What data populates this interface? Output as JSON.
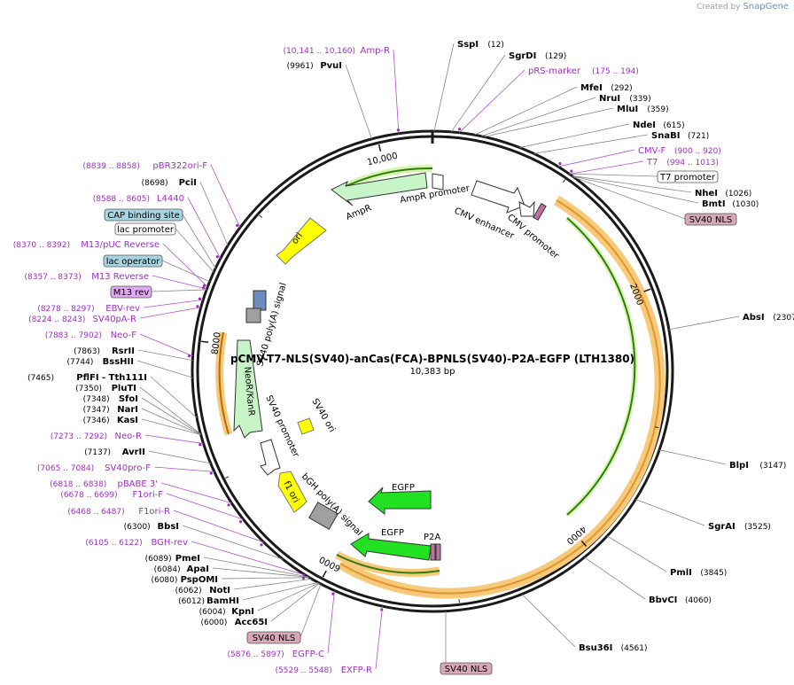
{
  "credit": {
    "prefix": "Created by",
    "brand": "SnapGene"
  },
  "plasmid": {
    "name": "pCMV-T7-NLS(SV40)-anCas(FCA)-BPNLS(SV40)-P2A-EGFP (LTH1380)",
    "length_label": "10,383 bp",
    "total_bp": 10383,
    "tick_labels": [
      "2000",
      "4000",
      "6000",
      "8000",
      "10,000"
    ]
  },
  "colors": {
    "site_label": "#000000",
    "primer_label": "#9b30c0",
    "ring": "#1a1a1a",
    "orange_feature": "#f5a623",
    "green_feature": "#2e8b2e",
    "ori_yellow": "#ffff00",
    "egfp_green": "#22e022",
    "promoter_white": "#ffffff",
    "ampr_lightgreen": "#c8f5c8",
    "polyA_gray": "#a0a0a0",
    "nls_pink": "#d4a0b0",
    "highlight_blue": "#a8d4e0",
    "highlight_purple": "#e0a8f0"
  },
  "sites": [
    {
      "name": "SspI",
      "pos": "(12)"
    },
    {
      "name": "SgrDI",
      "pos": "(129)"
    },
    {
      "name": "MfeI",
      "pos": "(292)"
    },
    {
      "name": "NruI",
      "pos": "(339)"
    },
    {
      "name": "MluI",
      "pos": "(359)"
    },
    {
      "name": "NdeI",
      "pos": "(615)"
    },
    {
      "name": "SnaBI",
      "pos": "(721)"
    },
    {
      "name": "NheI",
      "pos": "(1026)"
    },
    {
      "name": "BmtI",
      "pos": "(1030)"
    },
    {
      "name": "AbsI",
      "pos": "(2307)"
    },
    {
      "name": "BlpI",
      "pos": "(3147)"
    },
    {
      "name": "SgrAI",
      "pos": "(3525)"
    },
    {
      "name": "PmlI",
      "pos": "(3845)"
    },
    {
      "name": "BbvCI",
      "pos": "(4060)"
    },
    {
      "name": "Bsu36I",
      "pos": "(4561)"
    },
    {
      "name": "Acc65I",
      "pos": "(6000)"
    },
    {
      "name": "KpnI",
      "pos": "(6004)"
    },
    {
      "name": "BamHI",
      "pos": "(6012)"
    },
    {
      "name": "NotI",
      "pos": "(6062)"
    },
    {
      "name": "PspOMI",
      "pos": "(6080)"
    },
    {
      "name": "ApaI",
      "pos": "(6084)"
    },
    {
      "name": "PmeI",
      "pos": "(6089)"
    },
    {
      "name": "BbsI",
      "pos": "(6300)"
    },
    {
      "name": "AvrII",
      "pos": "(7137)"
    },
    {
      "name": "KasI",
      "pos": "(7346)"
    },
    {
      "name": "NarI",
      "pos": "(7347)"
    },
    {
      "name": "SfoI",
      "pos": "(7348)"
    },
    {
      "name": "PluTI",
      "pos": "(7350)"
    },
    {
      "name": "PflFI - Tth111I",
      "pos": "(7465)"
    },
    {
      "name": "BssHII",
      "pos": "(7744)"
    },
    {
      "name": "RsrII",
      "pos": "(7863)"
    },
    {
      "name": "PciI",
      "pos": "(8698)"
    },
    {
      "name": "PvuI",
      "pos": "(9961)"
    }
  ],
  "primers": [
    {
      "name": "Amp-R",
      "range": "(10,141 .. 10,160)"
    },
    {
      "name": "pRS-marker",
      "range": "(175 .. 194)"
    },
    {
      "name": "CMV-F",
      "range": "(900 .. 920)"
    },
    {
      "name": "T7",
      "range": "(994 .. 1013)"
    },
    {
      "name": "EXFP-R",
      "range": "(5529 .. 5548)"
    },
    {
      "name": "EGFP-C",
      "range": "(5876 .. 5897)"
    },
    {
      "name": "BGH-rev",
      "range": "(6105 .. 6122)"
    },
    {
      "name": "F1ori-R",
      "range": "(6468 .. 6487)"
    },
    {
      "name": "F1ori-F",
      "range": "(6678 .. 6699)"
    },
    {
      "name": "pBABE 3'",
      "range": "(6818 .. 6838)"
    },
    {
      "name": "SV40pro-F",
      "range": "(7065 .. 7084)"
    },
    {
      "name": "Neo-R",
      "range": "(7273 .. 7292)"
    },
    {
      "name": "Neo-F",
      "range": "(7883 .. 7902)"
    },
    {
      "name": "SV40pA-R",
      "range": "(8224 .. 8243)"
    },
    {
      "name": "EBV-rev",
      "range": "(8278 .. 8297)"
    },
    {
      "name": "M13 Reverse",
      "range": "(8357 .. 8373)"
    },
    {
      "name": "M13/pUC Reverse",
      "range": "(8370 .. 8392)"
    },
    {
      "name": "L4440",
      "range": "(8588 .. 8605)"
    },
    {
      "name": "pBR322ori-F",
      "range": "(8839 .. 8858)"
    }
  ],
  "boxed_labels": [
    {
      "id": "t7promoter",
      "text": "T7 promoter",
      "style": "white"
    },
    {
      "id": "sv40nls_right",
      "text": "SV40 NLS",
      "style": "pink"
    },
    {
      "id": "cap",
      "text": "CAP binding site",
      "style": "blue"
    },
    {
      "id": "lacpromoter",
      "text": "lac promoter",
      "style": "white"
    },
    {
      "id": "lacoperator",
      "text": "lac operator",
      "style": "blue"
    },
    {
      "id": "m13rev",
      "text": "M13 rev",
      "style": "purple"
    },
    {
      "id": "sv40nls_left",
      "text": "SV40 NLS",
      "style": "pink"
    },
    {
      "id": "sv40nls_bottom",
      "text": "SV40 NLS",
      "style": "pink"
    }
  ],
  "feature_labels": [
    {
      "text": "AmpR promoter"
    },
    {
      "text": "AmpR"
    },
    {
      "text": "CMV enhancer"
    },
    {
      "text": "CMV promoter"
    },
    {
      "text": "ori"
    },
    {
      "text": "SV40 poly(A) signal"
    },
    {
      "text": "NeoR/KanR"
    },
    {
      "text": "SV40 promoter"
    },
    {
      "text": "SV40 ori"
    },
    {
      "text": "bGH poly(A) signal"
    },
    {
      "text": "f1 ori"
    },
    {
      "text": "EGFP"
    },
    {
      "text": "EGFP"
    },
    {
      "text": "P2A"
    }
  ]
}
